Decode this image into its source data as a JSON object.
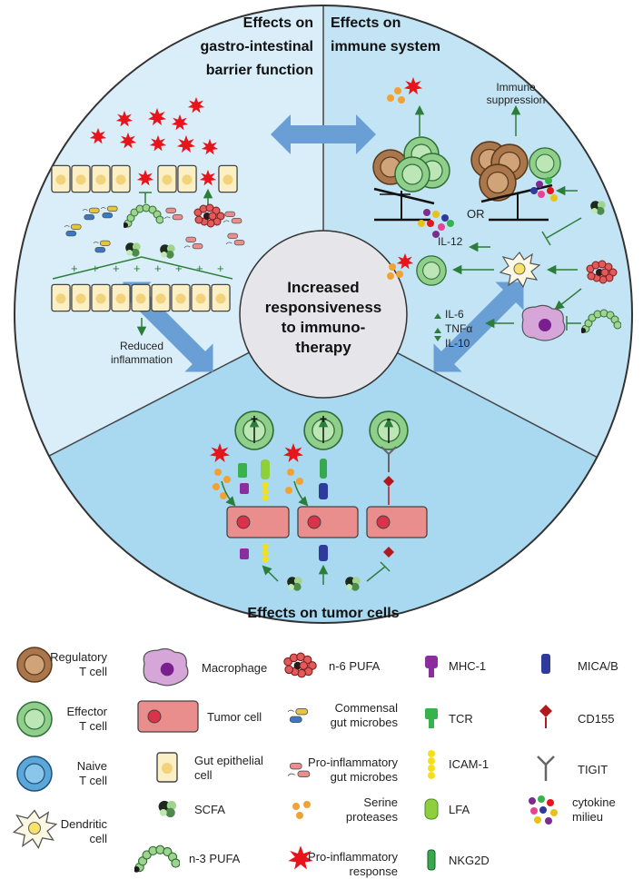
{
  "sections": {
    "gi_title_1": "Effects on",
    "gi_title_2": "gastro-intestinal",
    "gi_title_3": "barrier function",
    "immune_title_1": "Effects on",
    "immune_title_2": "immune system",
    "tumor_title": "Effects on tumor cells"
  },
  "center": {
    "line1": "Increased",
    "line2": "responsiveness",
    "line3": "to immuno-",
    "line4": "therapy"
  },
  "gi": {
    "reduced_1": "Reduced",
    "reduced_2": "inflammation",
    "plus": "+"
  },
  "immune": {
    "suppression_1": "Immune",
    "suppression_2": "suppression",
    "or": "OR",
    "il12": "IL-12",
    "il6": "IL-6",
    "tnfa": "TNFα",
    "il10": "IL-10"
  },
  "tumor": {
    "plus": "+",
    "minus": "-"
  },
  "legend": {
    "treg_1": "Regulatory",
    "treg_2": "T cell",
    "effector_1": "Effector",
    "effector_2": "T cell",
    "naive_1": "Naive",
    "naive_2": "T cell",
    "dendritic_1": "Dendritic",
    "dendritic_2": "cell",
    "macrophage": "Macrophage",
    "tumor_cell": "Tumor cell",
    "gut_epi_1": "Gut epithelial",
    "gut_epi_2": "cell",
    "scfa": "SCFA",
    "n3": "n-3 PUFA",
    "n6": "n-6 PUFA",
    "commensal_1": "Commensal",
    "commensal_2": "gut microbes",
    "proinf_microbes_1": "Pro-inflammatory",
    "proinf_microbes_2": "gut microbes",
    "serine_1": "Serine",
    "serine_2": "proteases",
    "proinf_resp_1": "Pro-inflammatory",
    "proinf_resp_2": "response",
    "mhc1": "MHC-1",
    "tcr": "TCR",
    "icam1": "ICAM-1",
    "lfa": "LFA",
    "nkg2d": "NKG2D",
    "micab": "MICA/B",
    "cd155": "CD155",
    "tigit": "TIGIT",
    "cytokine_1": "cytokine",
    "cytokine_2": "milieu"
  },
  "colors": {
    "sector_gi": "#d9eef9",
    "sector_immune": "#c3e4f5",
    "sector_tumor": "#a9d8f1",
    "big_arrow": "#6a9fd6",
    "green_arrow": "#2d7d3a",
    "treg": "#a9774b",
    "effector": "#8fcf8b",
    "naive": "#5aa7d8",
    "tumor_cell": "#e98d8d",
    "macrophage": "#d6a6d9",
    "pro_inflammatory": "#e8141b",
    "serine": "#f2a233"
  }
}
